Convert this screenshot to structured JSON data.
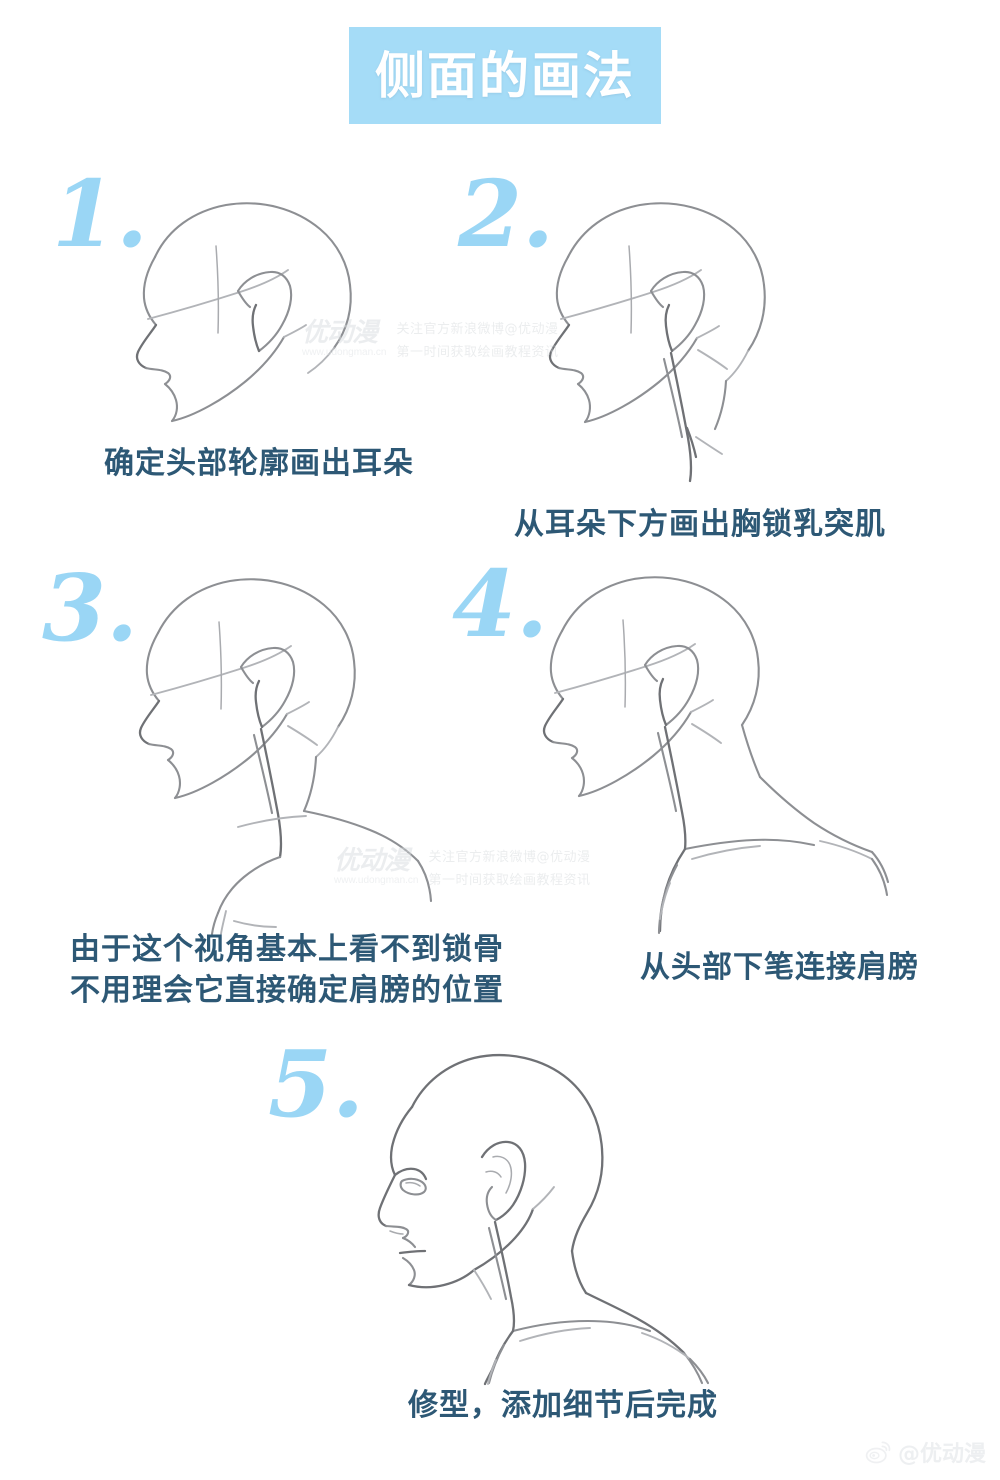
{
  "banner": {
    "title": "侧面的画法",
    "bg_color": "#a5dcf7",
    "text_color": "#ffffff"
  },
  "theme": {
    "background": "#ffffff",
    "number_color": "#9ad6f5",
    "caption_color": "#2d5875",
    "sketch_color": "#8d8f93"
  },
  "steps": [
    {
      "number": "1.",
      "caption": "确定头部轮廓画出耳朵",
      "caption_line2": "",
      "figure_name": "head-outline-with-ear-sketch"
    },
    {
      "number": "2.",
      "caption": "从耳朵下方画出胸锁乳突肌",
      "caption_line2": "",
      "figure_name": "sternocleidomastoid-sketch"
    },
    {
      "number": "3.",
      "caption": "由于这个视角基本上看不到锁骨",
      "caption_line2": "不用理会它直接确定肩膀的位置",
      "figure_name": "shoulder-placement-sketch"
    },
    {
      "number": "4.",
      "caption": "从头部下笔连接肩膀",
      "caption_line2": "",
      "figure_name": "head-to-shoulder-connection-sketch"
    },
    {
      "number": "5.",
      "caption": "修型，添加细节后完成",
      "caption_line2": "",
      "figure_name": "finished-profile-sketch"
    }
  ],
  "watermarks": [
    {
      "logo_mark": "优动漫",
      "logo_url": "www.udongman.cn",
      "line1": "关注官方新浪微博@优动漫",
      "line2": "第一时间获取绘画教程资讯"
    },
    {
      "logo_mark": "优动漫",
      "logo_url": "www.udongman.cn",
      "line1": "关注官方新浪微博@优动漫",
      "line2": "第一时间获取绘画教程资讯"
    }
  ],
  "footer": {
    "icon": "weibo-icon",
    "handle": "@优动漫"
  }
}
